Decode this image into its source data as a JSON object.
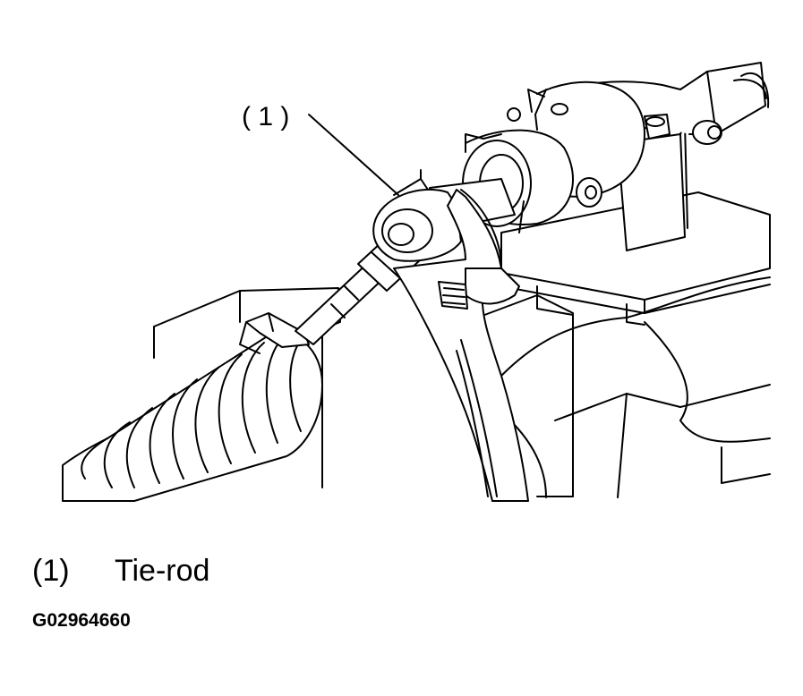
{
  "callout": {
    "label": "( 1 )"
  },
  "legend": [
    {
      "number": "(1)",
      "text": "Tie-rod"
    }
  ],
  "figure_id": "G02964660"
}
